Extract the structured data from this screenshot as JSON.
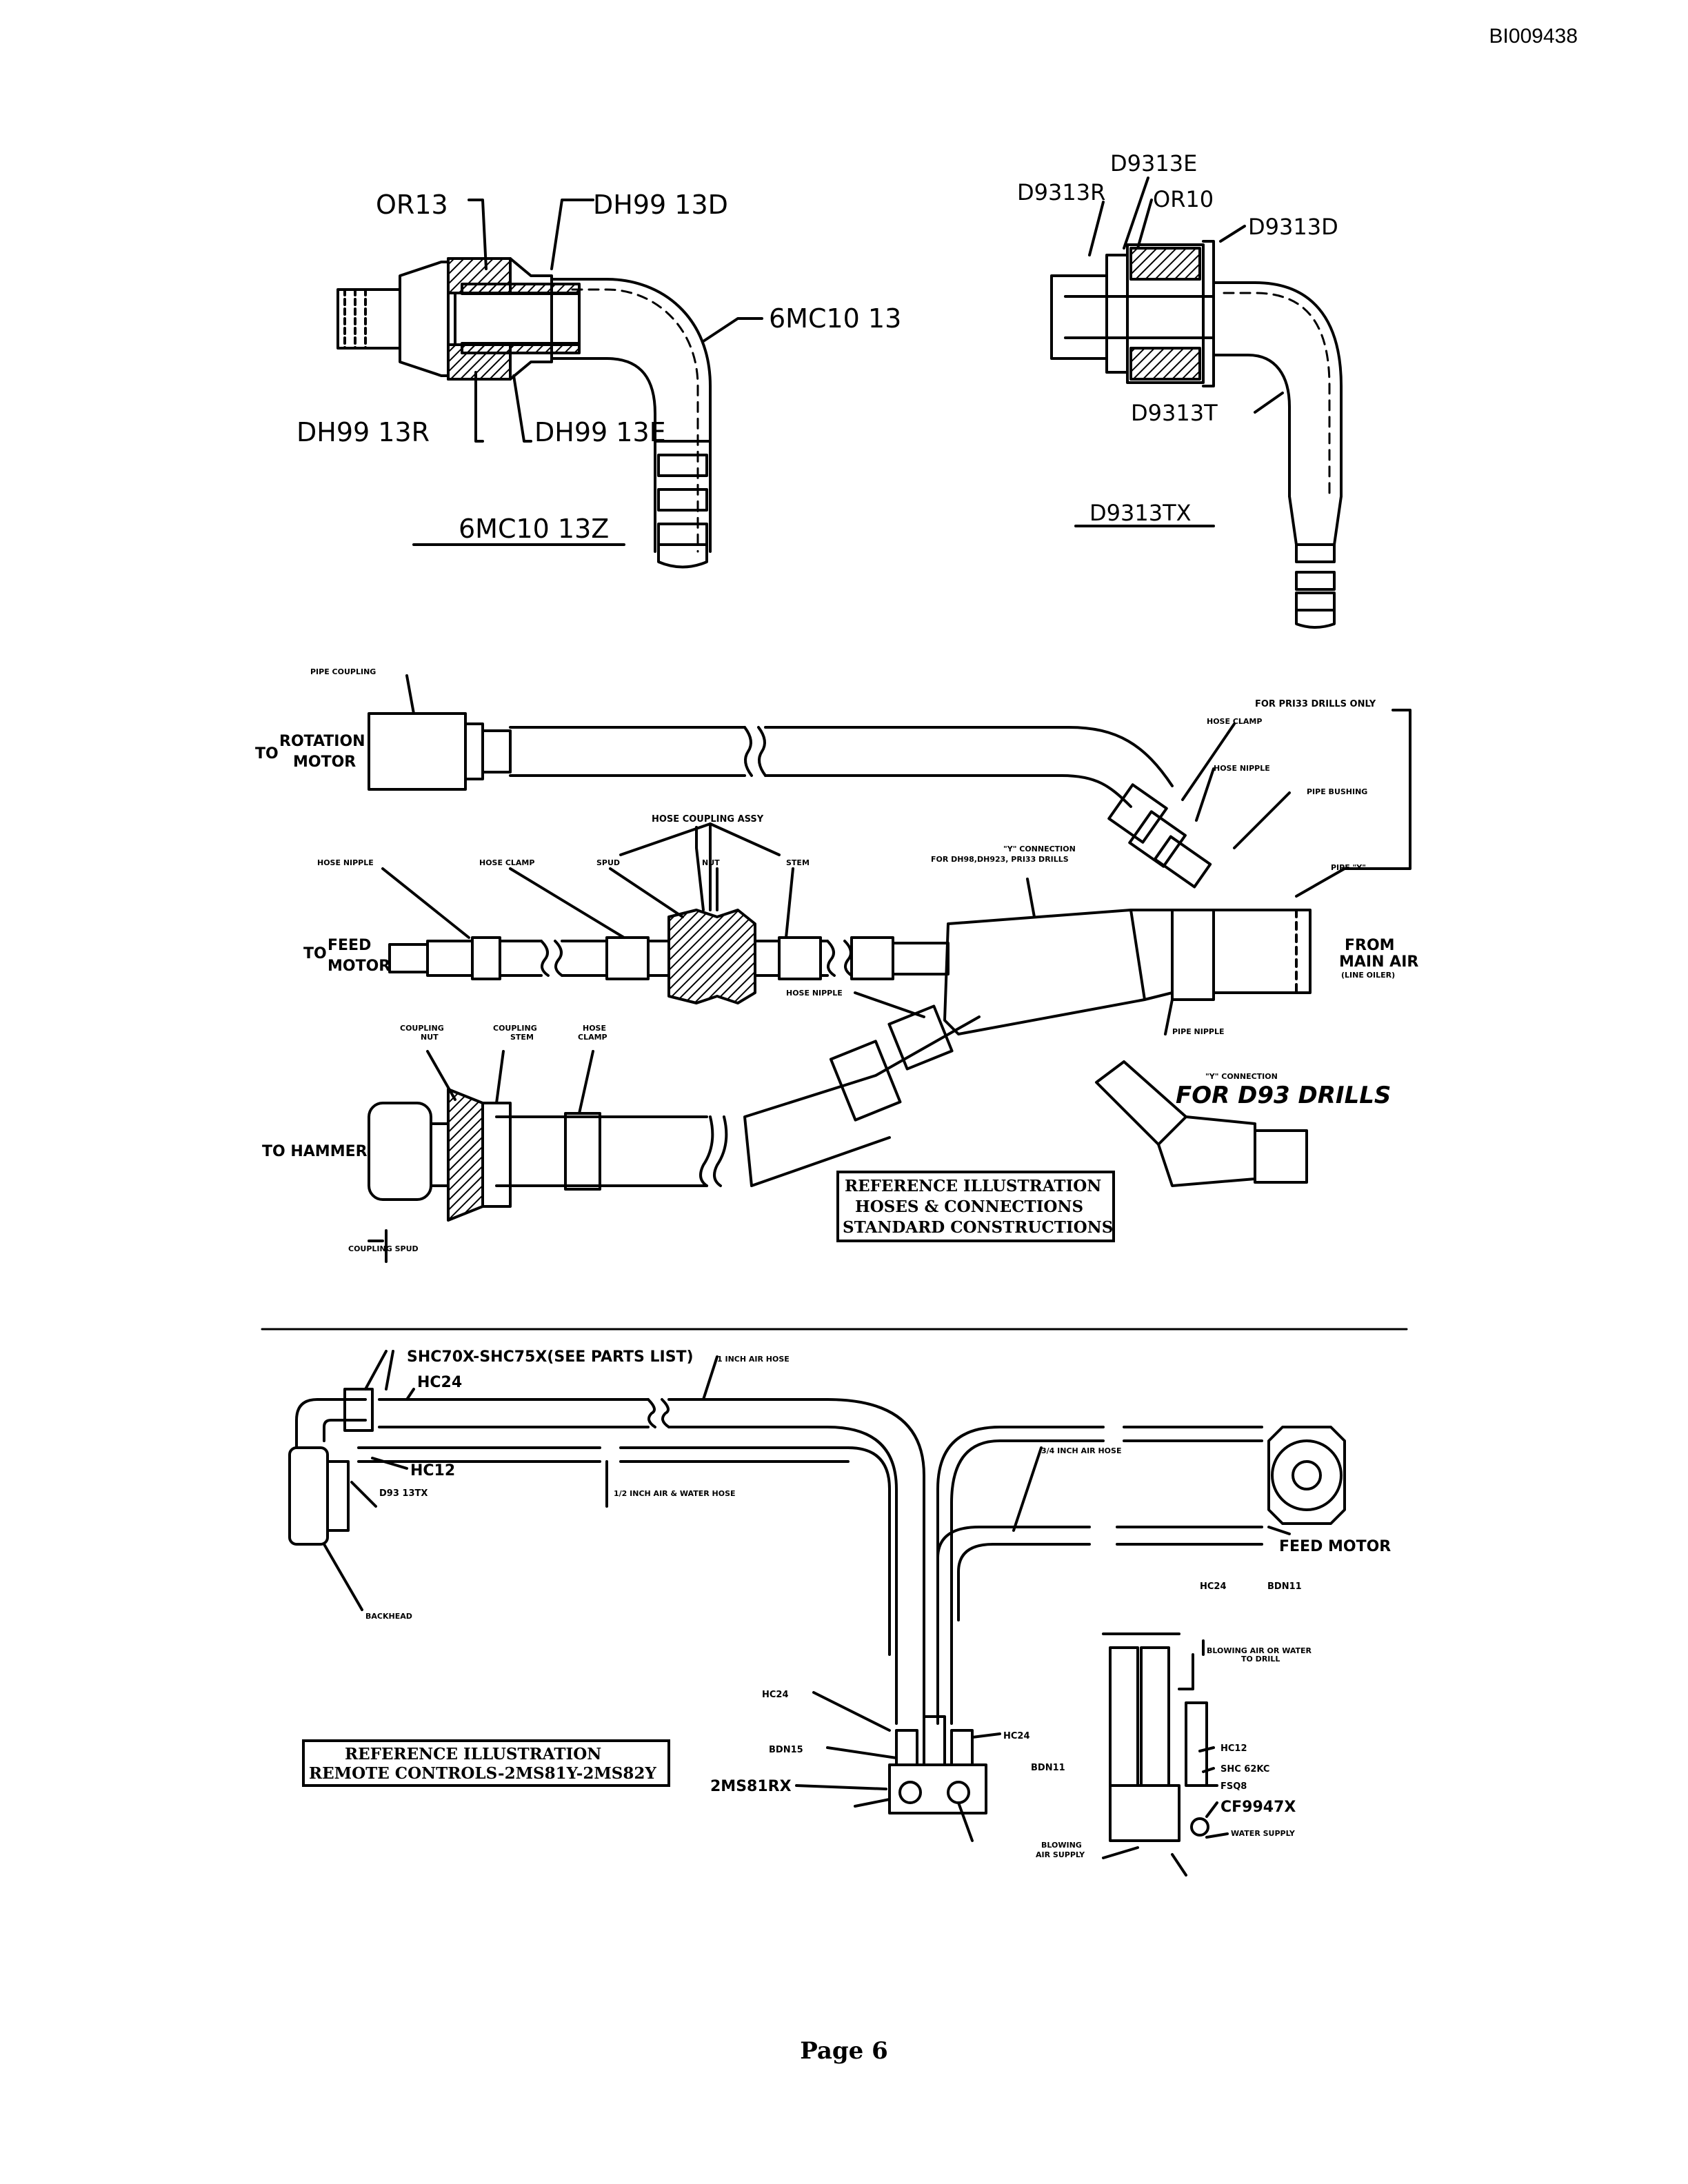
{
  "doc_id": "BI009438",
  "page_label": "Page 6",
  "fig1": {
    "labels": [
      "OR13",
      "DH99 13D",
      "6MC10 13",
      "DH99 13R",
      "DH99 13E"
    ],
    "title": "6MC10 13Z"
  },
  "fig2": {
    "labels": [
      "D9313E",
      "D9313R",
      "OR10",
      "D9313D",
      "D9313T"
    ],
    "title": "D9313TX"
  },
  "fig3": {
    "pipe_coupling": "PIPE COUPLING",
    "to_rotation_a": "TO",
    "to_rotation_b": "ROTATION",
    "to_rotation_c": "MOTOR",
    "for_prills": "FOR PRI33 DRILLS ONLY",
    "hose_clamp_r": "HOSE CLAMP",
    "hose_nipple_r": "HOSE NIPPLE",
    "pipe_bushing": "PIPE BUSHING",
    "pipe_y": "PIPE \"Y\"",
    "hose_coupling_assy": "HOSE COUPLING ASSY",
    "hose_nipple": "HOSE NIPPLE",
    "hose_clamp": "HOSE CLAMP",
    "spud": "SPUD",
    "nut": "NUT",
    "stem": "STEM",
    "y_conn_a": "\"Y\" CONNECTION",
    "y_conn_b": "FOR DH98,DH923, PRI33 DRILLS",
    "to_feed_a": "TO",
    "to_feed_b": "FEED",
    "to_feed_c": "MOTOR",
    "from_main_a": "FROM",
    "from_main_b": "MAIN AIR",
    "from_main_c": "(LINE OILER)",
    "hose_nipple_mid": "HOSE NIPPLE",
    "pipe_nipple": "PIPE NIPPLE",
    "coupling_nut": "COUPLING NUT",
    "coupling_stem": "COUPLING STEM",
    "hose_clamp_b": "HOSE CLAMP",
    "y_conn_d93": "\"Y\" CONNECTION",
    "for_d93": "FOR D93 DRILLS",
    "to_hammer": "TO HAMMER",
    "coupling_spud": "COUPLING SPUD",
    "ref_box": [
      "REFERENCE ILLUSTRATION",
      "HOSES & CONNECTIONS",
      "STANDARD CONSTRUCTIONS"
    ]
  },
  "fig4": {
    "shc": "SHC70X-SHC75X(SEE PARTS LIST)",
    "one_inch": "1 INCH AIR HOSE",
    "hc24_top": "HC24",
    "hc12_left": "HC12",
    "d93": "D93 13TX",
    "half_inch": "1/2 INCH AIR & WATER HOSE",
    "three_quarter": "3/4 INCH AIR HOSE",
    "backhead": "BACKHEAD",
    "feed_motor": "FEED MOTOR",
    "hc24_r": "HC24",
    "bdn11_r": "BDN11",
    "blowing_to_drill_a": "BLOWING AIR OR WATER",
    "blowing_to_drill_b": "TO DRILL",
    "hc24_c": "HC24",
    "bdn15": "BDN15",
    "hc24_c2": "HC24",
    "bdn11_c": "BDN11",
    "m2": "2MS81RX",
    "hc12_r": "HC12",
    "shc62": "SHC 62KC",
    "fsq8": "FSQ8",
    "cf": "CF9947X",
    "water": "WATER SUPPLY",
    "blowing_supply_a": "BLOWING",
    "blowing_supply_b": "AIR SUPPLY",
    "ref_box": [
      "REFERENCE ILLUSTRATION",
      "REMOTE CONTROLS-2MS81Y-2MS82Y"
    ]
  }
}
